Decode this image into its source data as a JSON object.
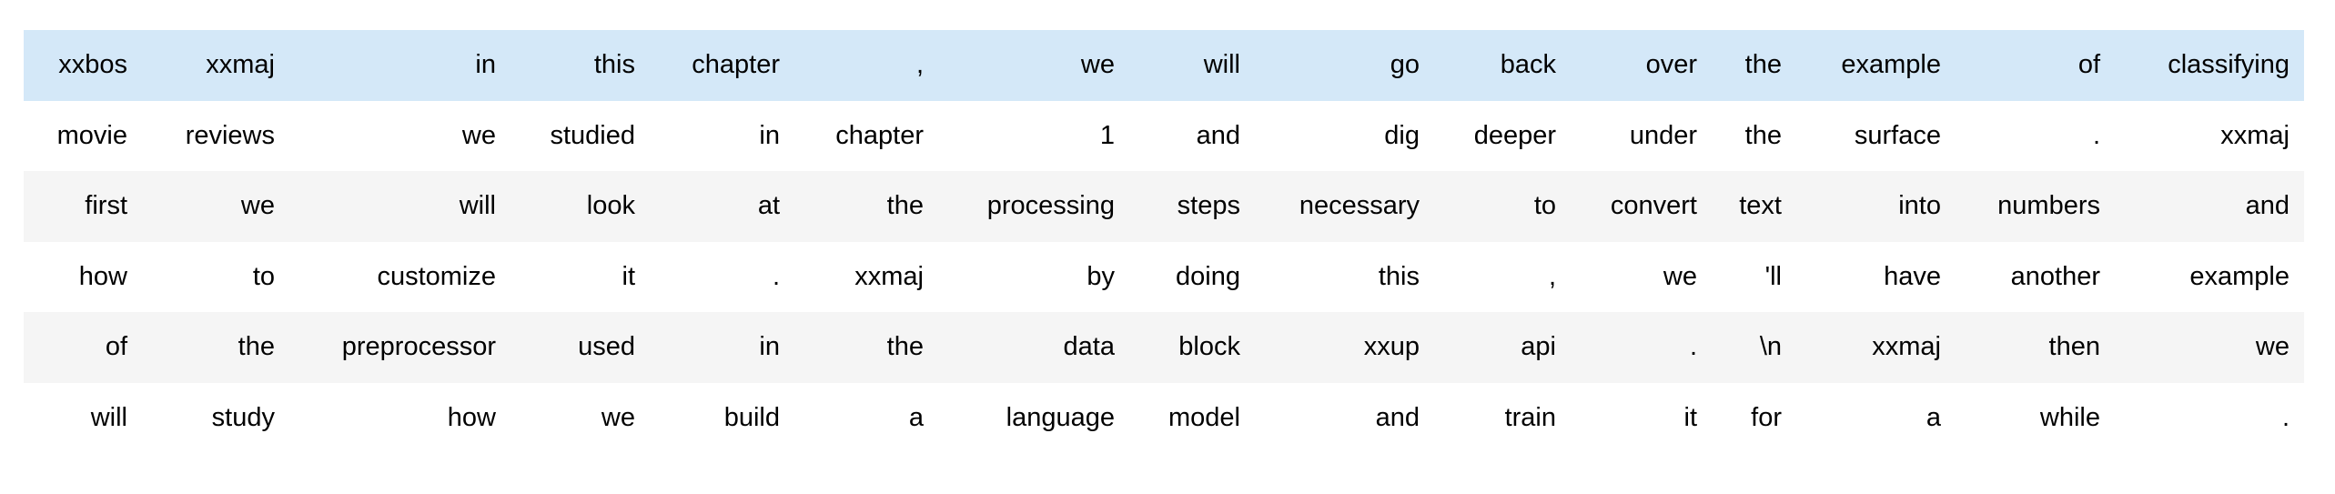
{
  "description": "Jupyter notebook output: tokenized text displayed as a 6x15 dataframe-style table (fastai tokenization example)",
  "colors": {
    "highlight_row_bg": "#d4e8f8",
    "alt_row_bg": "#f5f5f5",
    "plain_row_bg": "#ffffff",
    "text": "#000000"
  },
  "table": {
    "columns": 15,
    "rows": [
      {
        "highlighted": true,
        "cells": [
          "xxbos",
          "xxmaj",
          "in",
          "this",
          "chapter",
          ",",
          "we",
          "will",
          "go",
          "back",
          "over",
          "the",
          "example",
          "of",
          "classifying"
        ]
      },
      {
        "highlighted": false,
        "cells": [
          "movie",
          "reviews",
          "we",
          "studied",
          "in",
          "chapter",
          "1",
          "and",
          "dig",
          "deeper",
          "under",
          "the",
          "surface",
          ".",
          "xxmaj"
        ]
      },
      {
        "highlighted": false,
        "cells": [
          "first",
          "we",
          "will",
          "look",
          "at",
          "the",
          "processing",
          "steps",
          "necessary",
          "to",
          "convert",
          "text",
          "into",
          "numbers",
          "and"
        ]
      },
      {
        "highlighted": false,
        "cells": [
          "how",
          "to",
          "customize",
          "it",
          ".",
          "xxmaj",
          "by",
          "doing",
          "this",
          ",",
          "we",
          "'ll",
          "have",
          "another",
          "example"
        ]
      },
      {
        "highlighted": false,
        "cells": [
          "of",
          "the",
          "preprocessor",
          "used",
          "in",
          "the",
          "data",
          "block",
          "xxup",
          "api",
          ".",
          "\\n",
          "xxmaj",
          "then",
          "we"
        ]
      },
      {
        "highlighted": false,
        "cells": [
          "will",
          "study",
          "how",
          "we",
          "build",
          "a",
          "language",
          "model",
          "and",
          "train",
          "it",
          "for",
          "a",
          "while",
          "."
        ]
      }
    ]
  }
}
